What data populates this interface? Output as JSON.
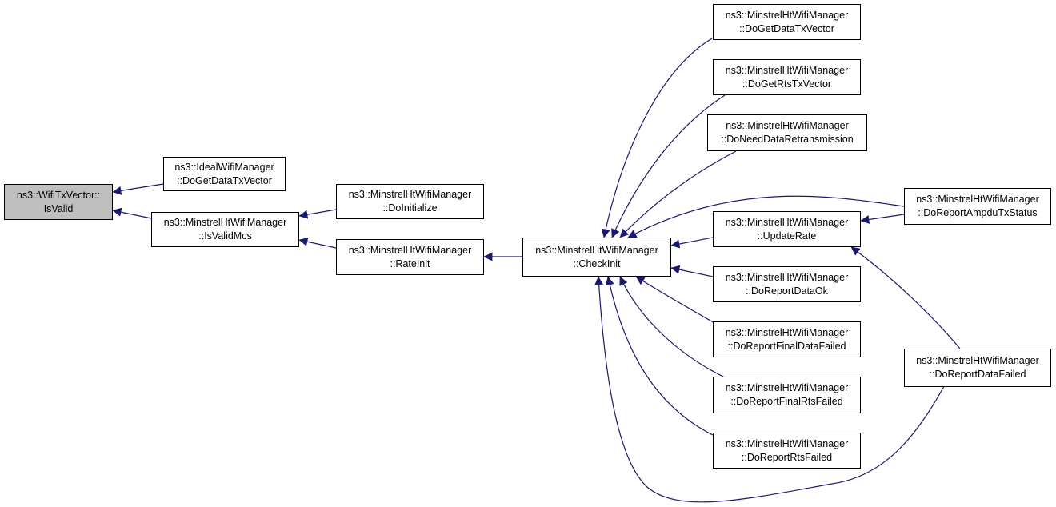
{
  "colors": {
    "edge": "#191970",
    "border": "#000000",
    "root_fill": "#bfbfbf",
    "node_fill": "#ffffff"
  },
  "nodes": {
    "is_valid": {
      "l1": "ns3::WifiTxVector::",
      "l2": "IsValid"
    },
    "ideal_get_data_tx_vector": {
      "l1": "ns3::IdealWifiManager",
      "l2": "::DoGetDataTxVector"
    },
    "is_valid_mcs": {
      "l1": "ns3::MinstrelHtWifiManager",
      "l2": "::IsValidMcs"
    },
    "do_initialize": {
      "l1": "ns3::MinstrelHtWifiManager",
      "l2": "::DoInitialize"
    },
    "rate_init": {
      "l1": "ns3::MinstrelHtWifiManager",
      "l2": "::RateInit"
    },
    "check_init": {
      "l1": "ns3::MinstrelHtWifiManager",
      "l2": "::CheckInit"
    },
    "do_get_data_tx_vector": {
      "l1": "ns3::MinstrelHtWifiManager",
      "l2": "::DoGetDataTxVector"
    },
    "do_get_rts_tx_vector": {
      "l1": "ns3::MinstrelHtWifiManager",
      "l2": "::DoGetRtsTxVector"
    },
    "do_need_data_retransmission": {
      "l1": "ns3::MinstrelHtWifiManager",
      "l2": "::DoNeedDataRetransmission"
    },
    "update_rate": {
      "l1": "ns3::MinstrelHtWifiManager",
      "l2": "::UpdateRate"
    },
    "do_report_data_ok": {
      "l1": "ns3::MinstrelHtWifiManager",
      "l2": "::DoReportDataOk"
    },
    "do_report_final_data_failed": {
      "l1": "ns3::MinstrelHtWifiManager",
      "l2": "::DoReportFinalDataFailed"
    },
    "do_report_final_rts_failed": {
      "l1": "ns3::MinstrelHtWifiManager",
      "l2": "::DoReportFinalRtsFailed"
    },
    "do_report_rts_failed": {
      "l1": "ns3::MinstrelHtWifiManager",
      "l2": "::DoReportRtsFailed"
    },
    "do_report_ampdu_tx_status": {
      "l1": "ns3::MinstrelHtWifiManager",
      "l2": "::DoReportAmpduTxStatus"
    },
    "do_report_data_failed": {
      "l1": "ns3::MinstrelHtWifiManager",
      "l2": "::DoReportDataFailed"
    }
  },
  "edges": [
    {
      "from": "ideal_get_data_tx_vector",
      "to": "is_valid"
    },
    {
      "from": "is_valid_mcs",
      "to": "is_valid"
    },
    {
      "from": "do_initialize",
      "to": "is_valid_mcs"
    },
    {
      "from": "rate_init",
      "to": "is_valid_mcs"
    },
    {
      "from": "check_init",
      "to": "rate_init"
    },
    {
      "from": "do_get_data_tx_vector",
      "to": "check_init"
    },
    {
      "from": "do_get_rts_tx_vector",
      "to": "check_init"
    },
    {
      "from": "do_need_data_retransmission",
      "to": "check_init"
    },
    {
      "from": "do_report_ampdu_tx_status",
      "to": "check_init"
    },
    {
      "from": "update_rate",
      "to": "check_init"
    },
    {
      "from": "do_report_data_ok",
      "to": "check_init"
    },
    {
      "from": "do_report_final_data_failed",
      "to": "check_init"
    },
    {
      "from": "do_report_final_rts_failed",
      "to": "check_init"
    },
    {
      "from": "do_report_rts_failed",
      "to": "check_init"
    },
    {
      "from": "do_report_data_failed",
      "to": "check_init"
    },
    {
      "from": "do_report_ampdu_tx_status",
      "to": "update_rate"
    },
    {
      "from": "do_report_data_failed",
      "to": "update_rate"
    }
  ]
}
